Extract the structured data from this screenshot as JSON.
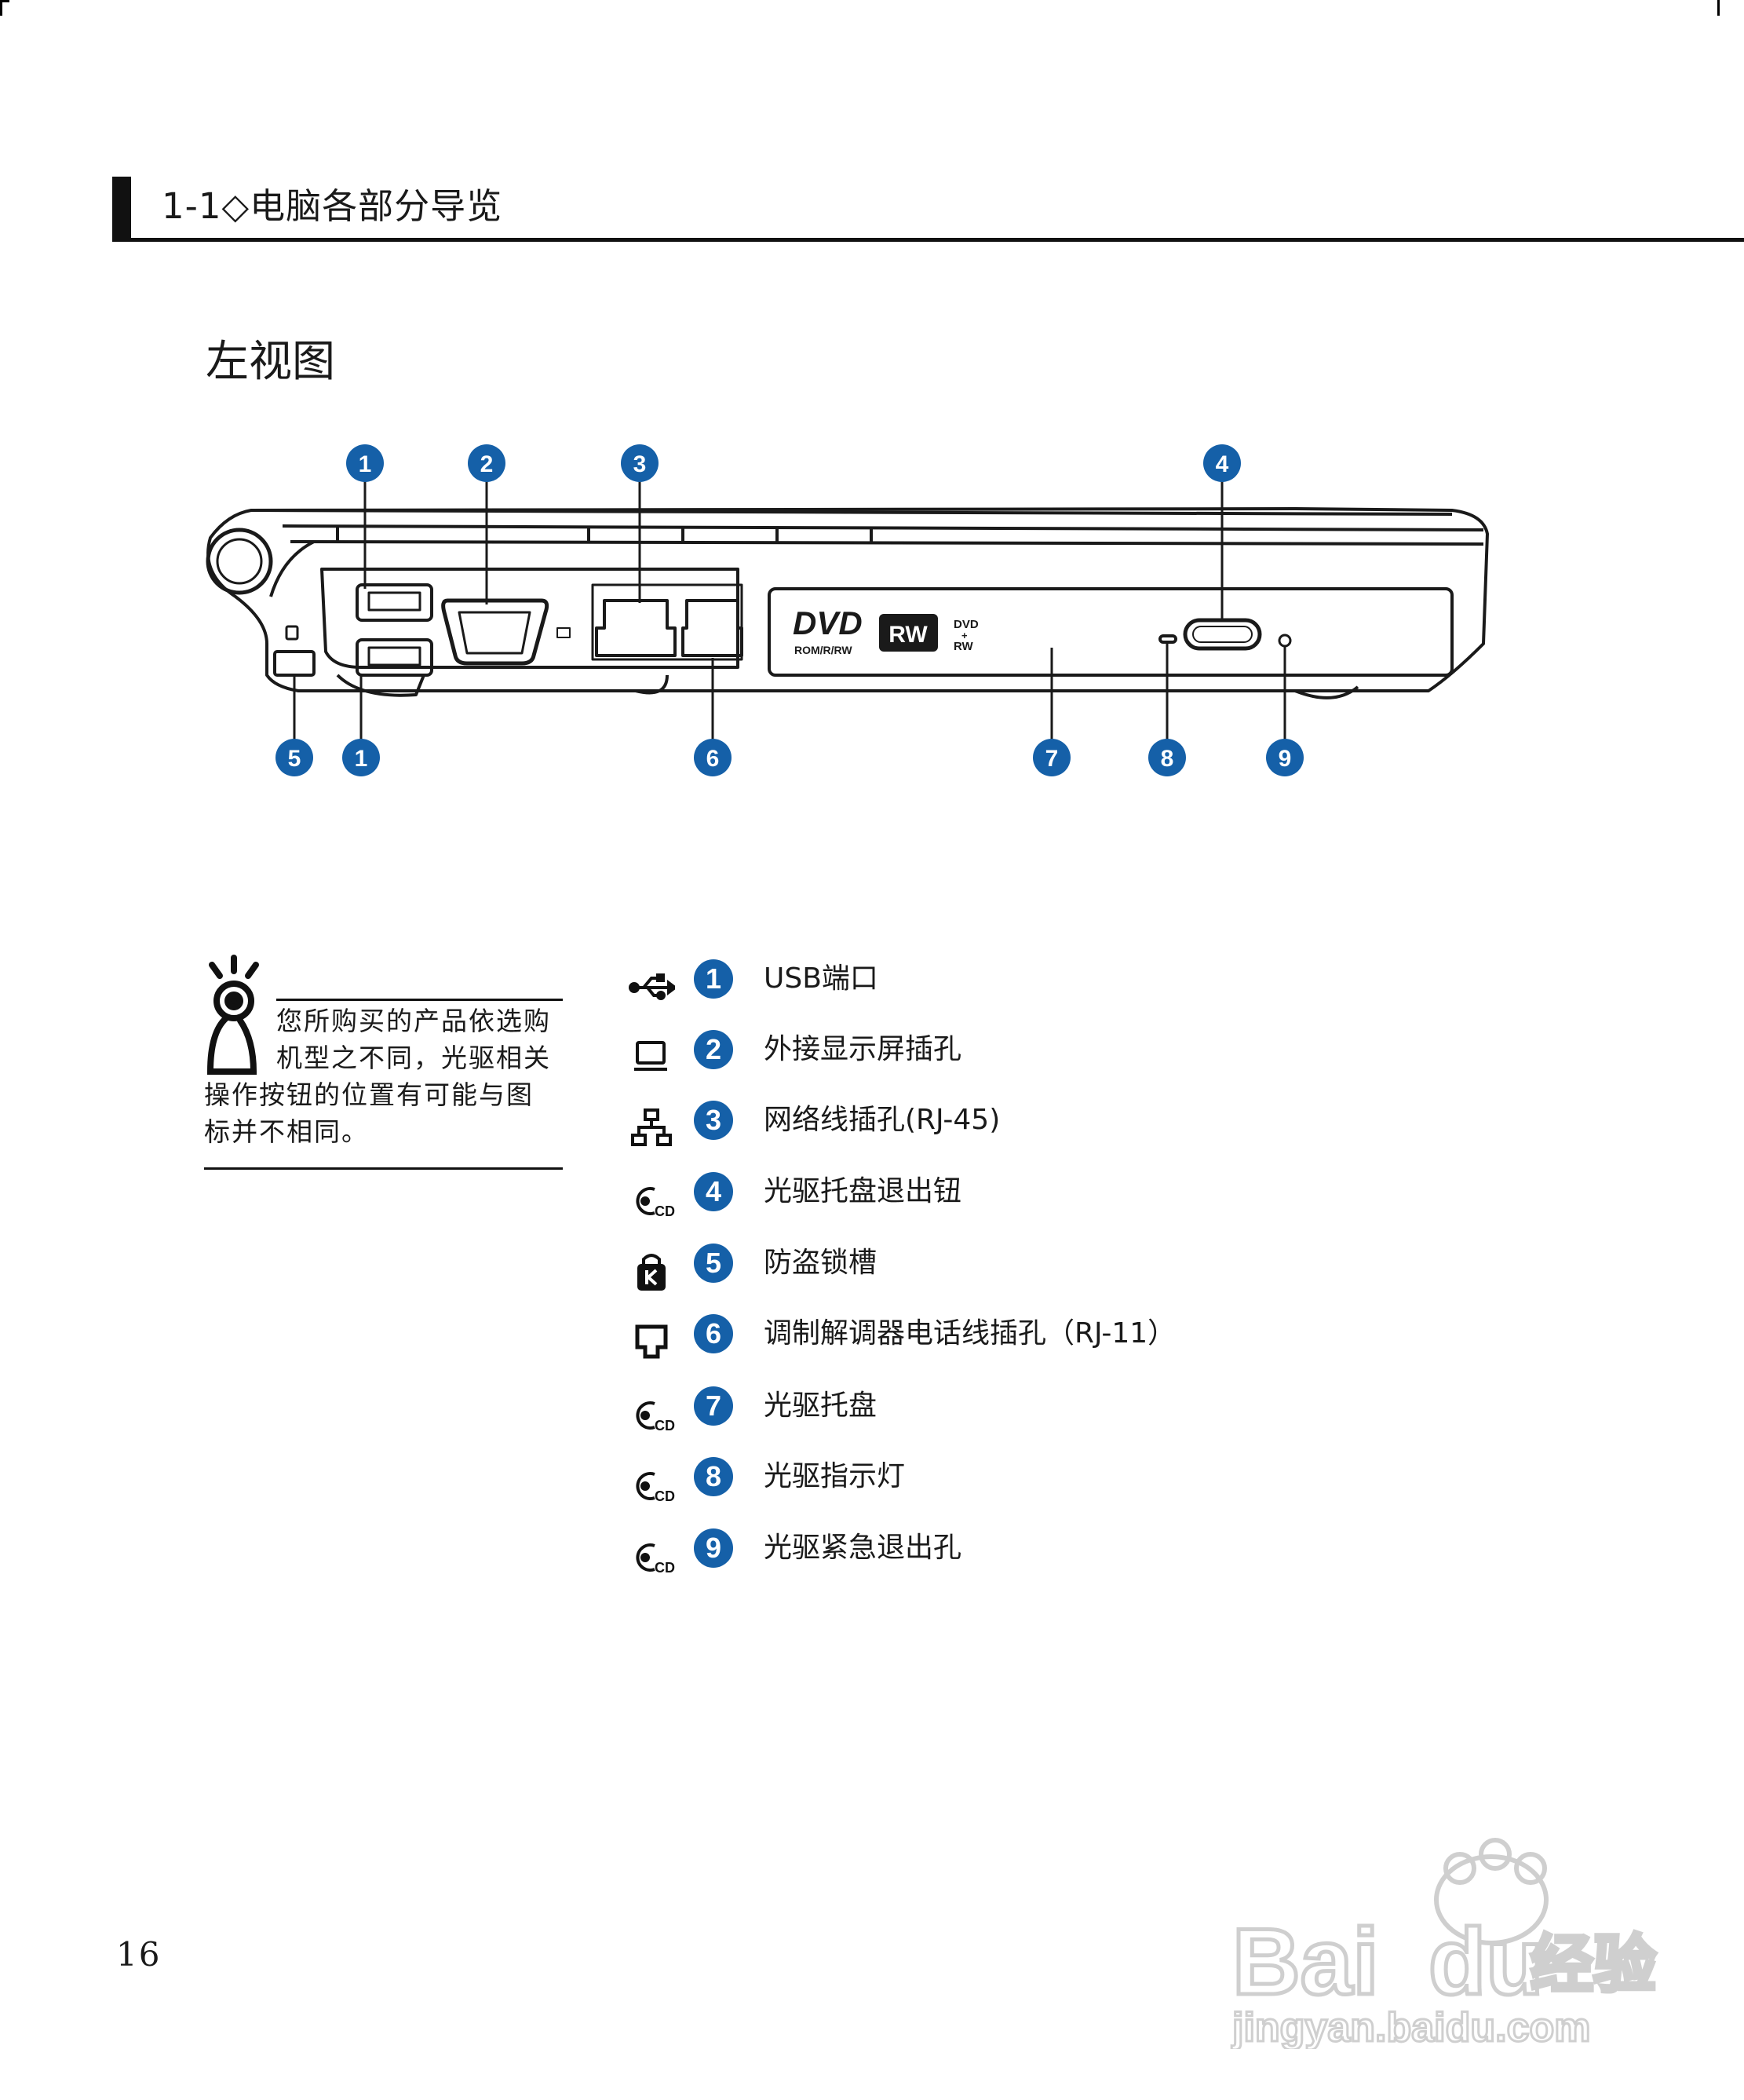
{
  "header": {
    "title": "1-1◇电脑各部分导览"
  },
  "section": {
    "title": "左视图"
  },
  "diagram": {
    "callouts": [
      "1",
      "2",
      "3",
      "4",
      "5",
      "1",
      "6",
      "7",
      "8",
      "9"
    ],
    "dvd_logo": "DVD",
    "dvd_sub": "ROM/R/RW",
    "rw_badge": "RW",
    "dvd_plus_rw": [
      "DVD",
      "+",
      "RW"
    ]
  },
  "tip": {
    "lines": [
      "您所购买的产品依选购",
      "机型之不同，光驱相关",
      "操作按钮的位置有可能与图",
      "标并不相同。"
    ]
  },
  "legend": {
    "items": [
      {
        "num": "1",
        "label": "USB端口",
        "icon": "usb-icon"
      },
      {
        "num": "2",
        "label": "外接显示屏插孔",
        "icon": "monitor-icon"
      },
      {
        "num": "3",
        "label": "网络线插孔(RJ-45)",
        "icon": "network-icon"
      },
      {
        "num": "4",
        "label": "光驱托盘退出钮",
        "icon": "cd-icon"
      },
      {
        "num": "5",
        "label": "防盗锁槽",
        "icon": "kensington-lock-icon"
      },
      {
        "num": "6",
        "label": "调制解调器电话线插孔（RJ-11）",
        "icon": "phone-jack-icon"
      },
      {
        "num": "7",
        "label": "光驱托盘",
        "icon": "cd-icon"
      },
      {
        "num": "8",
        "label": "光驱指示灯",
        "icon": "cd-icon"
      },
      {
        "num": "9",
        "label": "光驱紧急退出孔",
        "icon": "cd-icon"
      }
    ]
  },
  "cd_icon_text": "CD",
  "page_number": "16",
  "watermark": {
    "brand": "Bai",
    "brand2": "du",
    "suffix": "经验",
    "url": "jingyan.baidu.com"
  },
  "colors": {
    "callout": "#1560a8",
    "text": "#1a1a1a"
  }
}
